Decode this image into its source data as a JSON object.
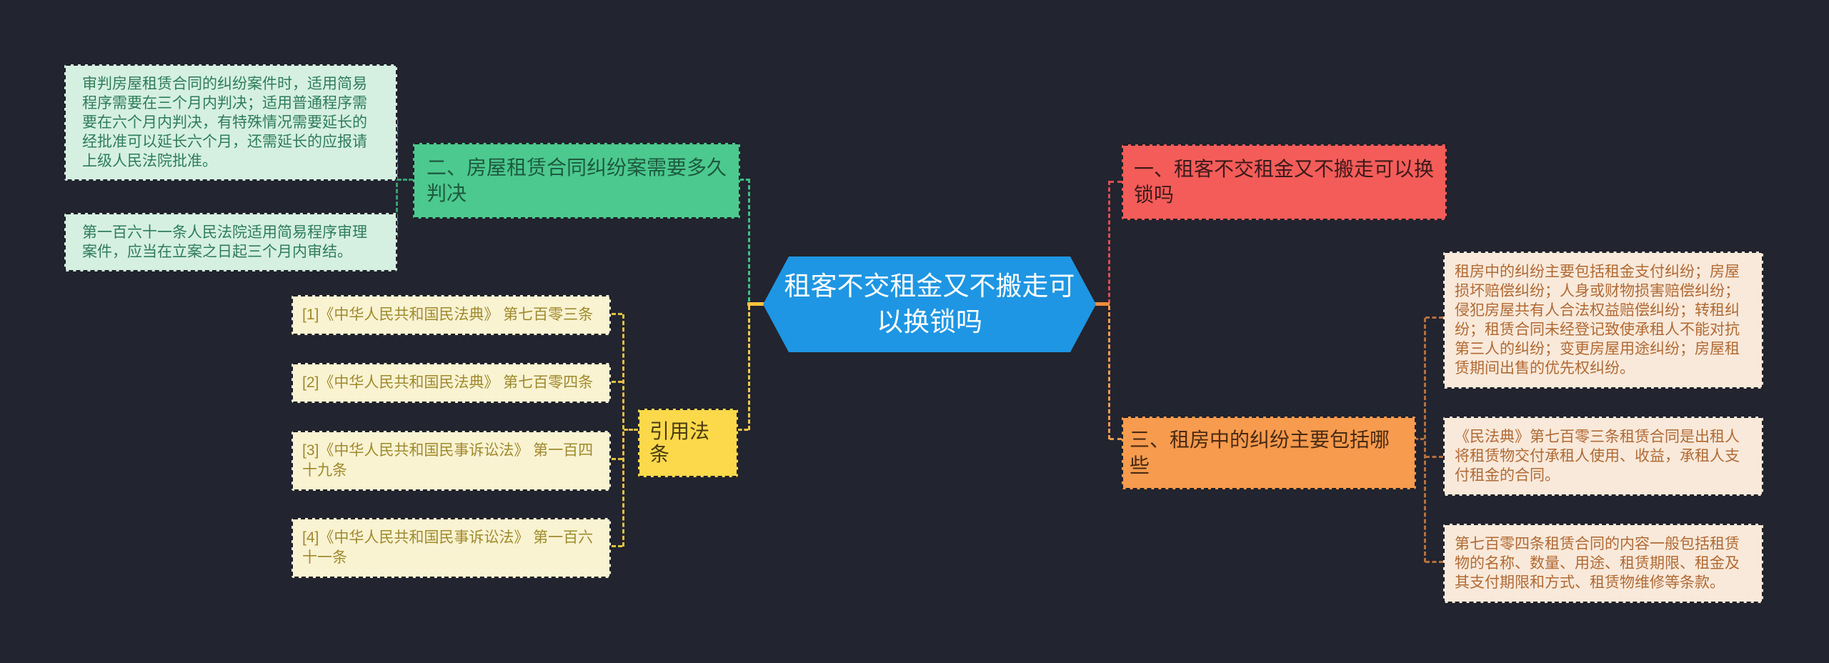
{
  "colors": {
    "background": "#22242F",
    "root_fill": "#1E96E3",
    "root_text": "#FFFFFF",
    "green_branch_fill": "#4CC98E",
    "green_branch_text": "#1D5A40",
    "teal_note_fill": "#D5F0E1",
    "teal_note_text": "#2E7D58",
    "red_branch_fill": "#F35C59",
    "red_branch_text": "#3D1A1A",
    "orange_branch_fill": "#F79B4E",
    "orange_branch_text": "#4A2A12",
    "yellow_branch_fill": "#FCD94B",
    "yellow_branch_text": "#4A3B10",
    "yellow_note_fill": "#F9F3D2",
    "yellow_note_text": "#A08A2E",
    "pink_note_fill": "#F9E9DA",
    "pink_note_text": "#B06A35",
    "connector_teal": "#3AA070",
    "connector_green": "#3FC184",
    "connector_yellow": "#F3C94D",
    "connector_yellow_solid": "#FFC53D",
    "connector_red": "#D94F4F",
    "connector_orange": "#EF9C4E",
    "connector_orange_solid": "#F08C3C",
    "connector_brown": "#B5713F"
  },
  "root": {
    "label": "租客不交租金又不搬走可以换锁吗"
  },
  "branches": {
    "lock_question": {
      "label": "一、租客不交租金又不搬走可以换锁吗"
    },
    "judgment": {
      "label": "二、房屋租赁合同纠纷案需要多久判决",
      "notes": {
        "trial_time": "审判房屋租赁合同的纠纷案件时，适用简易程序需要在三个月内判决；适用普通程序需要在六个月内判决，有特殊情况需要延长的经批准可以延长六个月，还需延长的应报请上级人民法院批准。",
        "article_161": "第一百六十一条人民法院适用简易程序审理案件，应当在立案之日起三个月内审结。"
      }
    },
    "dispute_types": {
      "label": "三、租房中的纠纷主要包括哪些",
      "notes": {
        "main_disputes": "租房中的纠纷主要包括租金支付纠纷；房屋损坏赔偿纠纷；人身或财物损害赔偿纠纷；侵犯房屋共有人合法权益赔偿纠纷；转租纠纷；租赁合同未经登记致使承租人不能对抗第三人的纠纷；变更房屋用途纠纷；房屋租赁期间出售的优先权纠纷。",
        "article_703": "《民法典》第七百零三条租赁合同是出租人将租赁物交付承租人使用、收益，承租人支付租金的合同。",
        "article_704": "第七百零四条租赁合同的内容一般包括租赁物的名称、数量、用途、租赁期限、租金及其支付期限和方式、租赁物维修等条款。"
      }
    },
    "citations": {
      "label": "引用法条",
      "items": [
        "[1]《中华人民共和国民法典》 第七百零三条",
        "[2]《中华人民共和国民法典》 第七百零四条",
        "[3]《中华人民共和国民事诉讼法》 第一百四十九条",
        "[4]《中华人民共和国民事诉讼法》 第一百六十一条"
      ]
    }
  }
}
